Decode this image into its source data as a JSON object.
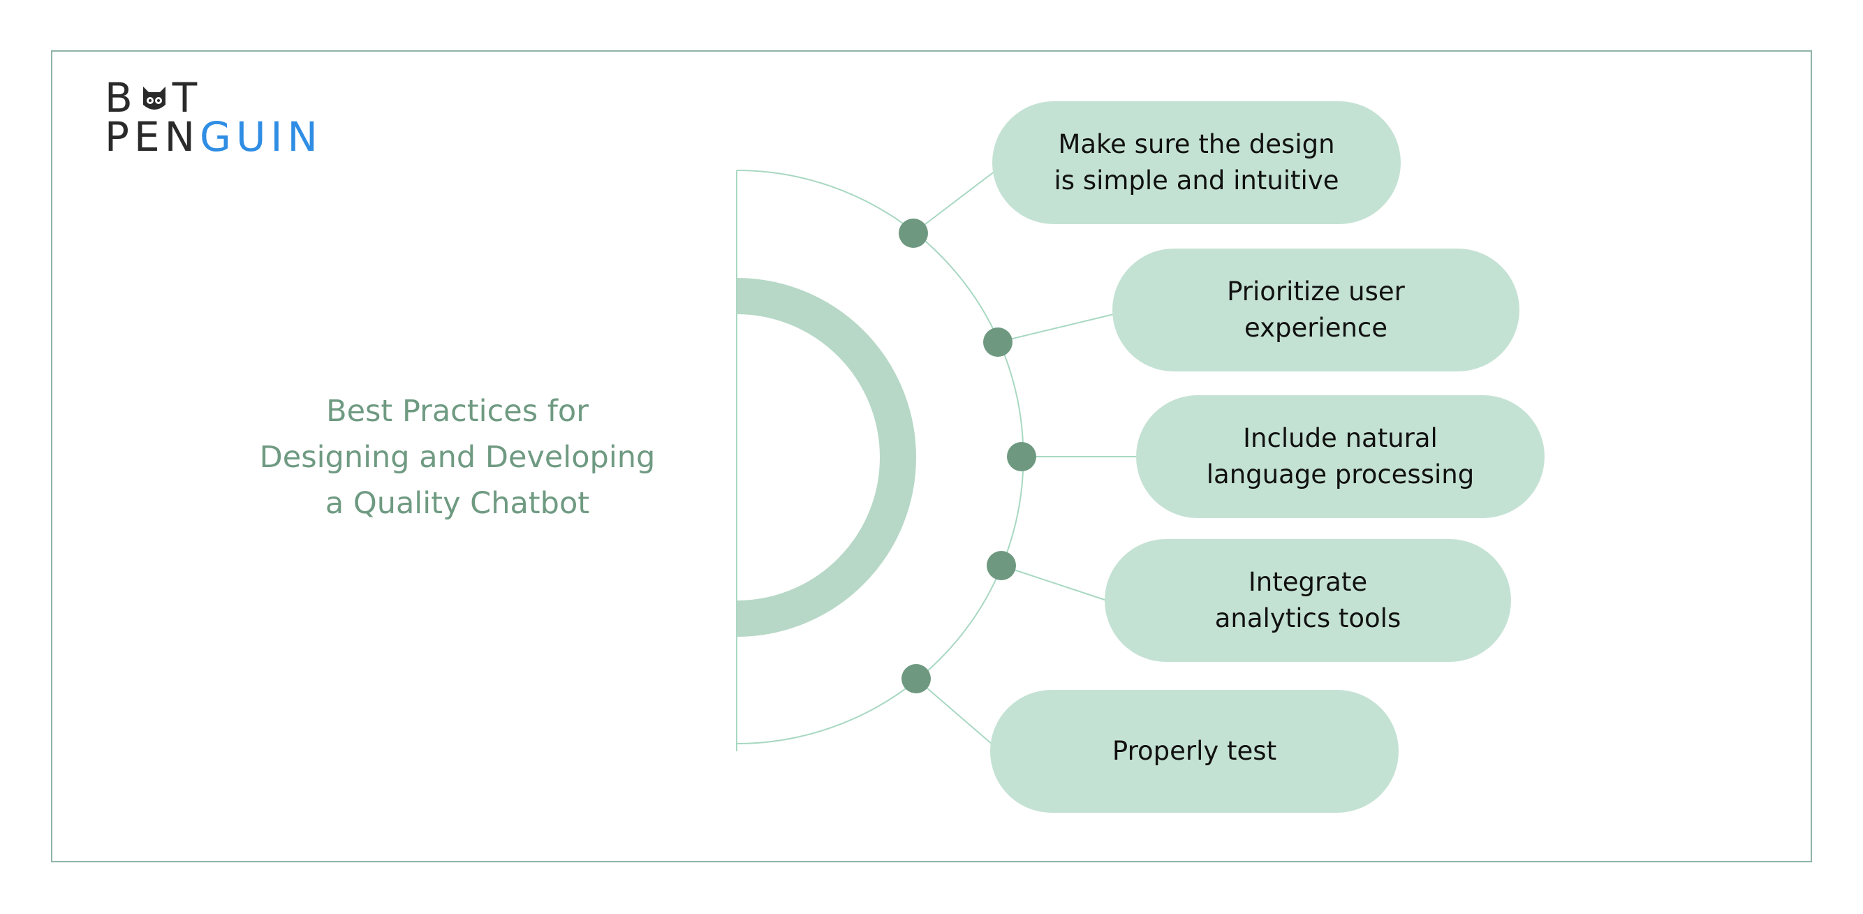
{
  "logo": {
    "line1_a": "B",
    "line1_b": "T",
    "line2_a": "PEN",
    "line2_b": "GUIN",
    "accent_color": "#2f8de4",
    "icon": "owl-icon"
  },
  "title": "Best Practices for\nDesigning and Developing\na Quality Chatbot",
  "colors": {
    "frame": "#8fb3a9",
    "title": "#6f9a82",
    "pill": "#c4e2d3",
    "ring": "#b7d8c7",
    "node": "#6e9980",
    "connector": "#a8d8c2"
  },
  "items": [
    {
      "label": "Make sure the design\nis simple and intuitive"
    },
    {
      "label": "Prioritize user\nexperience"
    },
    {
      "label": "Include natural\nlanguage processing"
    },
    {
      "label": "Integrate\nanalytics tools"
    },
    {
      "label": "Properly test"
    }
  ]
}
